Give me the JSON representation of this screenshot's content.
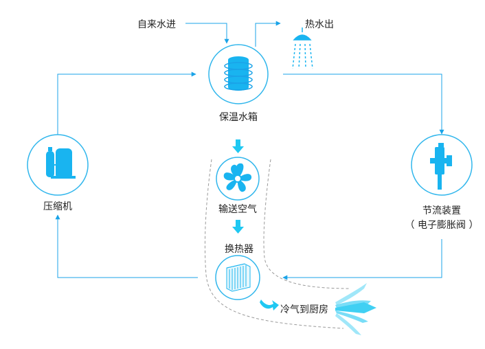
{
  "labels": {
    "water_in": "自来水进",
    "hot_water_out": "热水出",
    "tank": "保温水箱",
    "compressor": "压缩机",
    "throttle": "节流装置",
    "throttle_sub": "（ 电子膨胀阀 ）",
    "fan": "输送空气",
    "heat_exchanger": "换热器",
    "cold_air": "冷气到厨房"
  },
  "colors": {
    "line": "#1aa3e8",
    "accent": "#19b4f0",
    "arrow_fill": "#1fc8f2",
    "circle_stroke": "#30b6ec",
    "dash": "#999999"
  },
  "icons": [
    "water-tank-icon",
    "shower-icon",
    "compressor-icon",
    "valve-icon",
    "fan-icon",
    "heat-exchanger-icon",
    "cold-air-icon"
  ]
}
